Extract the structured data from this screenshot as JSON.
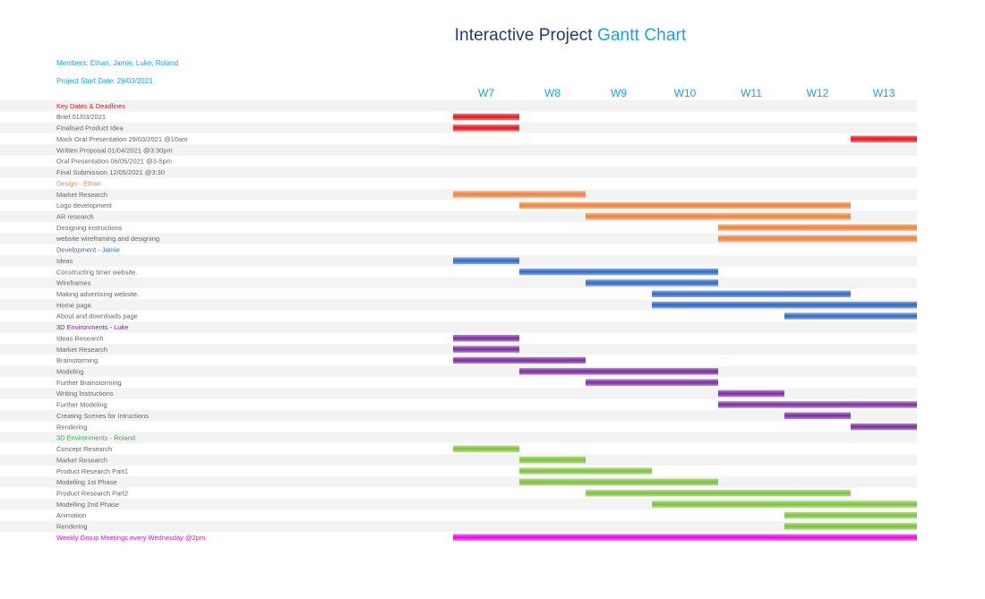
{
  "title": {
    "part1": "Interactive Project",
    "part2": "Gantt Chart"
  },
  "meta": {
    "members": "Members: Ethan, Jamie, Luke, Roland",
    "start_date": "Project Start Date: 29/03/2021"
  },
  "chart_data": {
    "type": "gantt",
    "weeks": [
      "W7",
      "W8",
      "W9",
      "W10",
      "W11",
      "W12",
      "W13"
    ],
    "colors": {
      "deadlines": "#e8131c",
      "design": "#f0813a",
      "development": "#2d67c6",
      "3d_luke": "#7a2aa0",
      "3d_roland": "#7cc238",
      "meetings": "#f000e6",
      "grey_text": "#666666"
    },
    "rows": [
      {
        "label": "Key Dates & Deadlines",
        "header": true,
        "color": "#e8131c"
      },
      {
        "label": "Brief 01/03/2021",
        "color": "#e8131c",
        "start": 0,
        "end": 1
      },
      {
        "label": "Finalised Product Idea",
        "color": "#e8131c",
        "start": 0,
        "end": 1
      },
      {
        "label": "Mock Oral Presentation 29/03/2021 @10am",
        "color": "#e8131c",
        "start": 6,
        "end": 7
      },
      {
        "label": "Written Proposal 01/04/2021 @3:30pm"
      },
      {
        "label": "Oral Presentation 06/05/2021 @3-5pm"
      },
      {
        "label": "Final Submission 12/05/2021 @3:30"
      },
      {
        "label": "Design - Ethan",
        "header": true,
        "color": "#f0813a"
      },
      {
        "label": "Market Research",
        "color": "#f0813a",
        "start": 0,
        "end": 2
      },
      {
        "label": "Logo development",
        "color": "#f0813a",
        "start": 1,
        "end": 6
      },
      {
        "label": "AR research",
        "color": "#f0813a",
        "start": 2,
        "end": 6
      },
      {
        "label": "Designing instructions",
        "color": "#f0813a",
        "start": 4,
        "end": 7
      },
      {
        "label": "website wireframing and designing",
        "color": "#f0813a",
        "start": 4,
        "end": 7
      },
      {
        "label": "Development - Jamie",
        "header": true,
        "color": "#2d67c6"
      },
      {
        "label": "Ideas",
        "color": "#2d67c6",
        "start": 0,
        "end": 1
      },
      {
        "label": "Constructing timer website.",
        "color": "#2d67c6",
        "start": 1,
        "end": 4
      },
      {
        "label": "Wireframes",
        "color": "#2d67c6",
        "start": 2,
        "end": 4
      },
      {
        "label": "Making advertising website.",
        "color": "#2d67c6",
        "start": 3,
        "end": 6
      },
      {
        "label": "Home page.",
        "color": "#2d67c6",
        "start": 3,
        "end": 7
      },
      {
        "label": "About and downloads page",
        "color": "#2d67c6",
        "start": 5,
        "end": 7
      },
      {
        "label": "3D Environments - Luke",
        "header": true,
        "color": "#7a2aa0"
      },
      {
        "label": "Ideas Research",
        "color": "#7a2aa0",
        "start": 0,
        "end": 1
      },
      {
        "label": "Market Research",
        "color": "#7a2aa0",
        "start": 0,
        "end": 1
      },
      {
        "label": "Brainstorming",
        "color": "#7a2aa0",
        "start": 0,
        "end": 2
      },
      {
        "label": "Modeling",
        "color": "#7a2aa0",
        "start": 1,
        "end": 4
      },
      {
        "label": "Further Brainstorming",
        "color": "#7a2aa0",
        "start": 2,
        "end": 4
      },
      {
        "label": "Writing Instructions",
        "color": "#7a2aa0",
        "start": 4,
        "end": 5
      },
      {
        "label": "Further Modeling",
        "color": "#7a2aa0",
        "start": 4,
        "end": 7
      },
      {
        "label": "Creating Scenes for Intructions",
        "color": "#7a2aa0",
        "start": 5,
        "end": 6
      },
      {
        "label": "Rendering",
        "color": "#7a2aa0",
        "start": 6,
        "end": 7
      },
      {
        "label": "3D Environments - Roland",
        "header": true,
        "color": "#2db24a"
      },
      {
        "label": "Concept Research",
        "color": "#7cc238",
        "start": 0,
        "end": 1
      },
      {
        "label": "Market Research",
        "color": "#7cc238",
        "start": 1,
        "end": 2
      },
      {
        "label": "Product Research Part1",
        "color": "#7cc238",
        "start": 1,
        "end": 3
      },
      {
        "label": "Modelling 1st Phase",
        "color": "#7cc238",
        "start": 1,
        "end": 4
      },
      {
        "label": "Product Research Part2",
        "color": "#7cc238",
        "start": 2,
        "end": 6
      },
      {
        "label": "Modelling 2nd Phase",
        "color": "#7cc238",
        "start": 3,
        "end": 7
      },
      {
        "label": "Animation",
        "color": "#7cc238",
        "start": 5,
        "end": 7
      },
      {
        "label": "Rendering",
        "color": "#7cc238",
        "start": 5,
        "end": 7
      },
      {
        "label": "Weekly Group Meetings every Wednesday @2pm",
        "header": true,
        "color": "#f000e6",
        "start": 0,
        "end": 7
      }
    ]
  }
}
